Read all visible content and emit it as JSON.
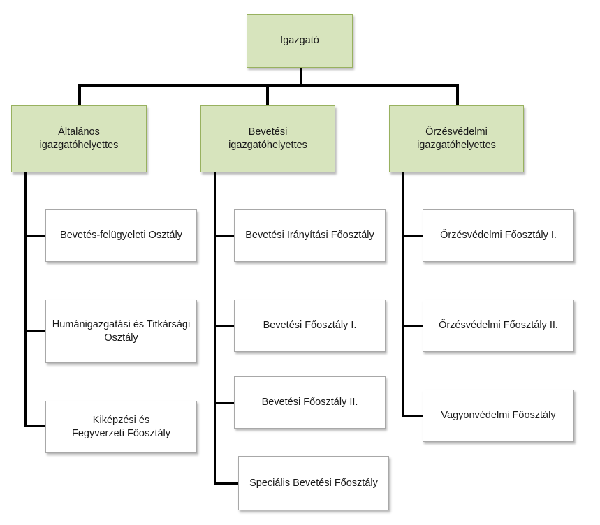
{
  "root": {
    "label": "Igazgató"
  },
  "deputies": [
    {
      "label": "Általános igazgatóhelyettes",
      "departments": [
        "Bevetés-felügyeleti Osztály",
        "Humánigazgatási és Titkársági Osztály",
        "Kiképzési és Fegyverzeti Főosztály"
      ]
    },
    {
      "label": "Bevetési igazgatóhelyettes",
      "departments": [
        "Bevetési Irányítási Főosztály",
        "Bevetési Főosztály I.",
        "Bevetési Főosztály II.",
        "Speciális Bevetési Főosztály"
      ]
    },
    {
      "label": "Őrzésvédelmi igazgatóhelyettes",
      "departments": [
        "Őrzésvédelmi Főosztály I.",
        "Őrzésvédelmi Főosztály II.",
        "Vagyonvédelmi Főosztály"
      ]
    }
  ],
  "colors": {
    "header_fill": "#d7e4bd",
    "header_border": "#98b15f",
    "department_fill": "#ffffff",
    "department_border": "#a8a8a8",
    "connector": "#000000"
  }
}
